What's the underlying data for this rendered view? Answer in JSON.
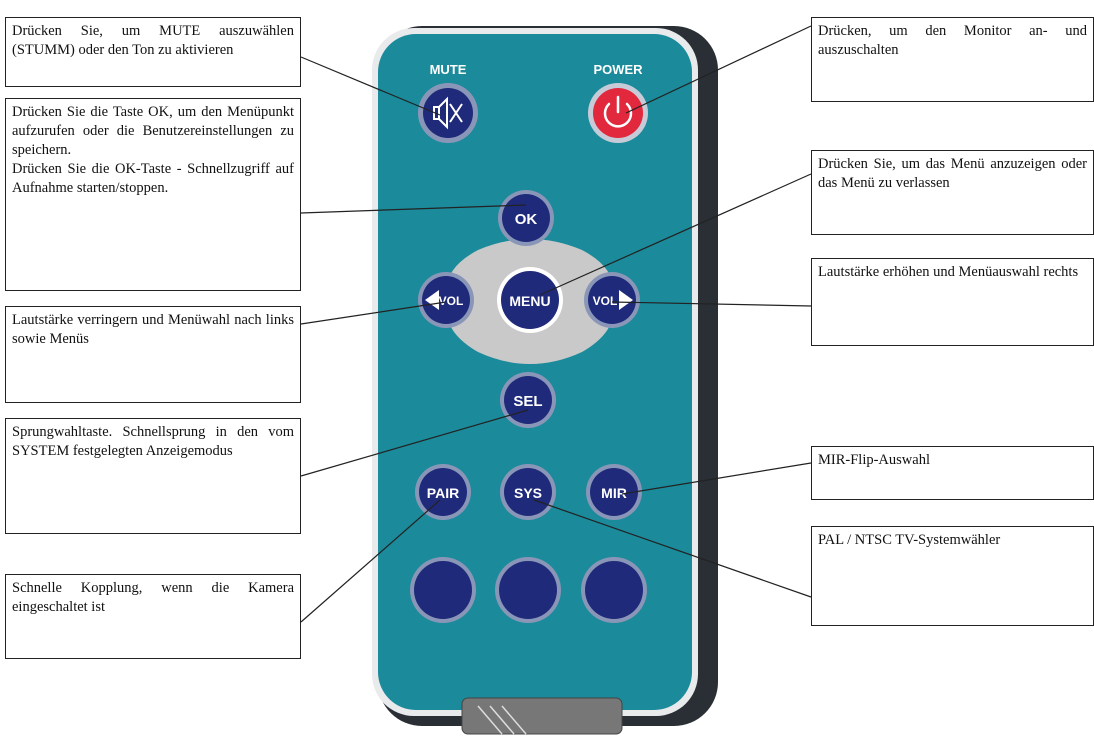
{
  "remote": {
    "body_color": "#1b8a9a",
    "button_color": "#1f2a7a",
    "power_color": "#e2283c",
    "dpad_color": "#c9c9c9",
    "label_mute": "MUTE",
    "label_power": "POWER",
    "buttons": {
      "ok": "OK",
      "menu": "MENU",
      "vol_left": "VOL",
      "vol_right": "VOL",
      "sel": "SEL",
      "pair": "PAIR",
      "sys": "SYS",
      "mir": "MIR"
    }
  },
  "callouts": {
    "mute": "Drücken Sie, um MUTE auszuwählen (STUMM) oder den Ton zu aktivieren",
    "ok": "Drücken Sie die Taste OK, um den Menüpunkt aufzurufen oder die Benutzereinstellungen zu speichern.\nDrücken Sie die OK-Taste - Schnellzugriff auf Aufnahme starten/stoppen.",
    "vol_left": "Lautstärke verringern und Menüwahl nach links sowie Menüs",
    "sel": "Sprungwahltaste. Schnellsprung in den vom SYSTEM festgelegten Anzeigemodus",
    "pair": "Schnelle Kopplung, wenn die Kamera eingeschaltet ist",
    "power": "Drücken, um den Monitor an- und auszuschalten",
    "menu": "Drücken Sie, um das Menü anzuzeigen oder das Menü zu verlassen",
    "vol_right": "Lautstärke erhöhen und Menüauswahl rechts",
    "mir": "MIR-Flip-Auswahl",
    "sys": "PAL / NTSC TV-Systemwähler"
  }
}
